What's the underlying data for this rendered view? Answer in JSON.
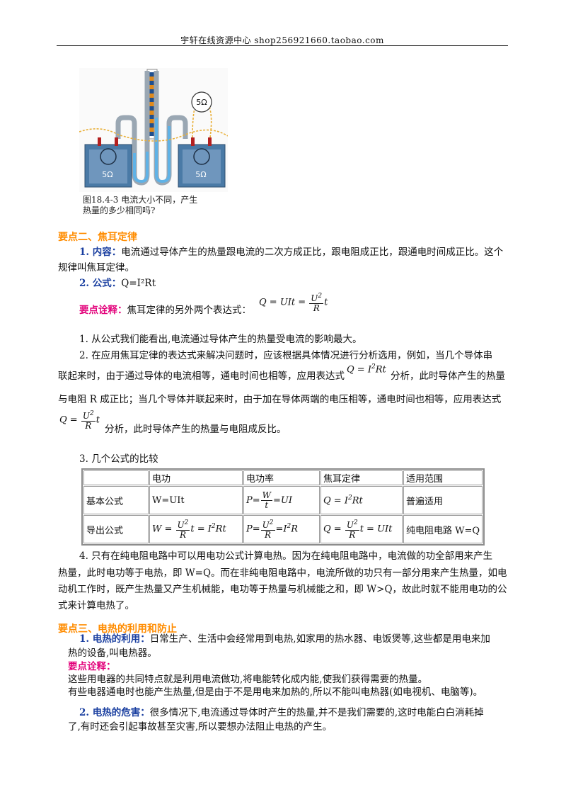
{
  "header": {
    "text": "宇轩在线资源中心   shop256921660.taobao.com"
  },
  "figure": {
    "resistor_top": "5Ω",
    "resistor_left": "5Ω",
    "resistor_right": "5Ω",
    "caption_line1": "图18.4-3   电流大小不同，产生",
    "caption_line2": "热量的多少相同吗?"
  },
  "section2": {
    "title": "要点二、焦耳定律",
    "content_label": "1. 内容：",
    "content_text": "电流通过导体产生的热量跟电流的二次方成正比，跟电阻成正比，跟通电时间成正比。这个",
    "content_text2": "规律叫焦耳定律。",
    "formula_label": "2. 公式：",
    "formula_text": "Q=I²Rt",
    "note_label": "要点诠释：",
    "note_text": "焦耳定律的另外两个表达式：",
    "p1": "1. 从公式我们能看出,电流通过导体产生的热量受电流的影响最大。",
    "p2_l1": "2. 在应用焦耳定律的表达式来解决问题时，应该根据具体情况进行分析选用，例如，当几个导体串",
    "p2_l2a": "联起来时，由于通过导体的电流相等，通电时间也相等，应用表达式",
    "p2_l2b": "分析，此时导体产生的热量",
    "p2_l3": "与电阻 R 成正比；当几个导体并联起来时，由于加在导体两端的电压相等，通电时间也相等，应用表达式",
    "p2_l4": "分析，此时导体产生的热量与电阻成反比。",
    "p3": "3. 几个公式的比较",
    "p4_l1": "4. 只有在纯电阻电路中可以用电功公式计算电热。因为在纯电阻电路中，电流做的功全部用来产生",
    "p4_l2": "热量，此时电功等于电热，即 W=Q。而在非纯电阻电路中，电流所做的功只有一部分用来产生热量，如电",
    "p4_l3": "动机工作时，既产生热量又产生机械能，电功等于热量与机械能之和，即 W>Q，故此时就不能用电功的公",
    "p4_l4": "式来计算电热了。"
  },
  "table": {
    "headers": [
      "",
      "电功",
      "电功率",
      "焦耳定律",
      "适用范围"
    ],
    "row1_label": "基本公式",
    "row1_w": "W=UIt",
    "row1_scope": "普遍适用",
    "row2_label": "导出公式",
    "row2_scope": "纯电阻电路 W=Q"
  },
  "section3": {
    "title": "要点三、电热的利用和防止",
    "use_label": "1. 电热的利用：",
    "use_text": "日常生产、生活中会经常用到电热,如家用的热水器、电饭煲等,这些都是用电来加",
    "use_text2": "热的设备,叫电热器。",
    "note_label": "要点诠释：",
    "note_l1": "这些用电器的共同特点就是利用电流做功,将电能转化成内能,使我们获得需要的热量。",
    "note_l2": "有些电器通电时也能产生热量,但是由于不是用电来加热的,所以不能叫电热器(如电视机、电脑等)。",
    "harm_label": "2. 电热的危害：",
    "harm_text": "很多情况下,电流通过导体时产生的热量,并不是我们需要的,这时电能白白消耗掉",
    "harm_text2": "了,有时还会引起事故甚至灾害,所以要想办法阻止电热的产生。"
  }
}
